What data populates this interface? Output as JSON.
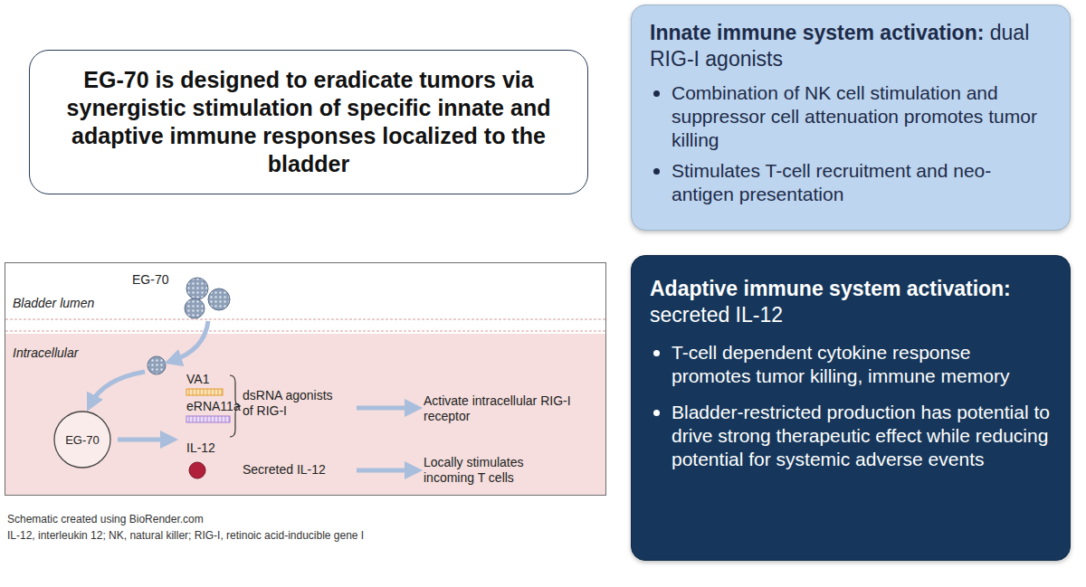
{
  "diagram": {
    "nodes": [
      {
        "text": [
          "EG-70 is designed to eradicate tumors via synergistic stimulation of specific innate and adaptive immune responses localized to the bladder"
        ]
      },
      {
        "text": [
          "Innate immune system activation:",
          "dual RIG-I agonists",
          "Combination of NK cell stimulation and suppressor cell attenuation promotes tumor killing",
          "Stimulates T-cell recruitment and neo-antigen presentation"
        ]
      },
      {
        "text": [
          "Adaptive immune system activation:",
          "secreted IL-12",
          "T-cell dependent cytokine response promotes tumor killing, immune memory",
          "Bladder-restricted production has potential to drive strong therapeutic effect while reducing potential for systemic adverse events"
        ]
      },
      {
        "text": [
          "Bladder lumen",
          "Intracellular"
        ]
      },
      {
        "text": [
          "EG-70"
        ],
        "in": 3
      }
    ],
    "labels": [
      "EG-70",
      "VA1",
      "eRNA11a",
      "dsRNA agonists of RIG-I",
      "Activate intracellular RIG-I receptor",
      "IL-12",
      "Secreted IL-12",
      "Locally stimulates incoming T cells",
      "Schematic created using BioRender.com",
      "IL-12, interleukin 12; NK, natural killer; RIG-I, retinoic acid-inducible gene I"
    ]
  }
}
